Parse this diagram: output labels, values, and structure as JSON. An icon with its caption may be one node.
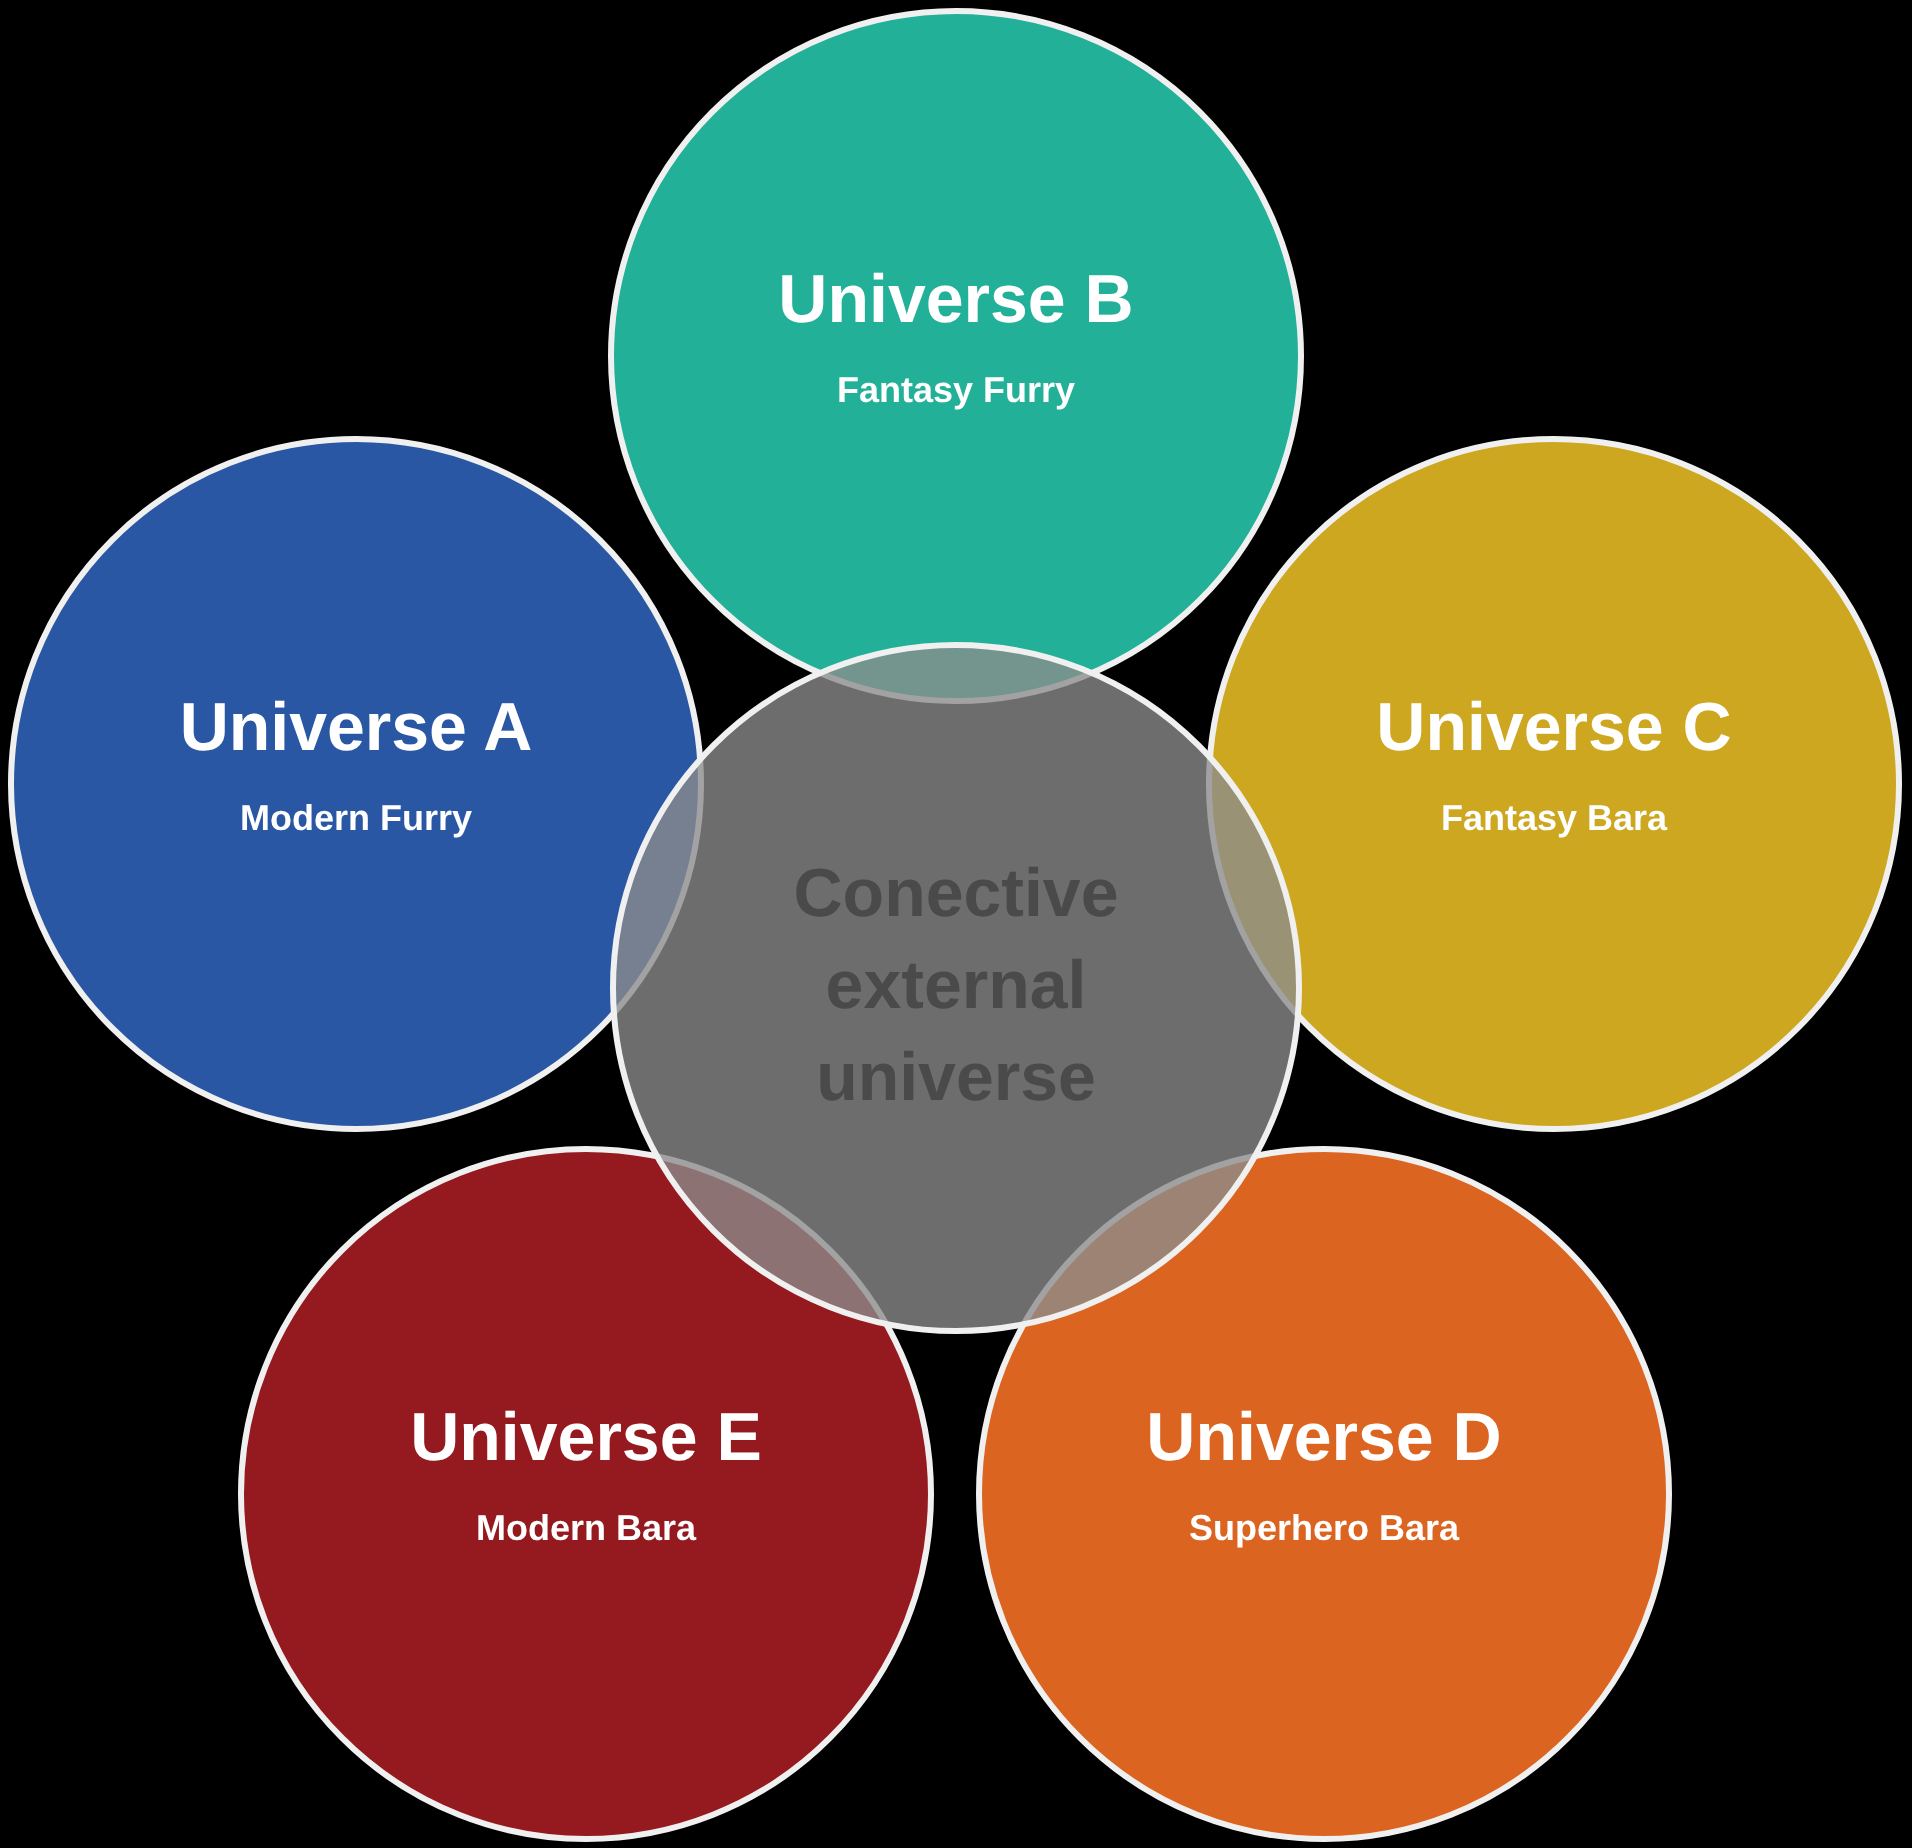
{
  "diagram": {
    "nodes": [
      {
        "text": [
          "Universe B",
          "Fantasy Furry"
        ]
      },
      {
        "text": [
          "Universe A",
          "Modern Furry"
        ]
      },
      {
        "text": [
          "Universe C",
          "Fantasy Bara"
        ]
      },
      {
        "text": [
          "Conective external universe"
        ]
      },
      {
        "text": [
          "Universe E",
          "Modern Bara"
        ]
      },
      {
        "text": [
          "Universe D",
          "Superhero Bara"
        ]
      }
    ]
  }
}
